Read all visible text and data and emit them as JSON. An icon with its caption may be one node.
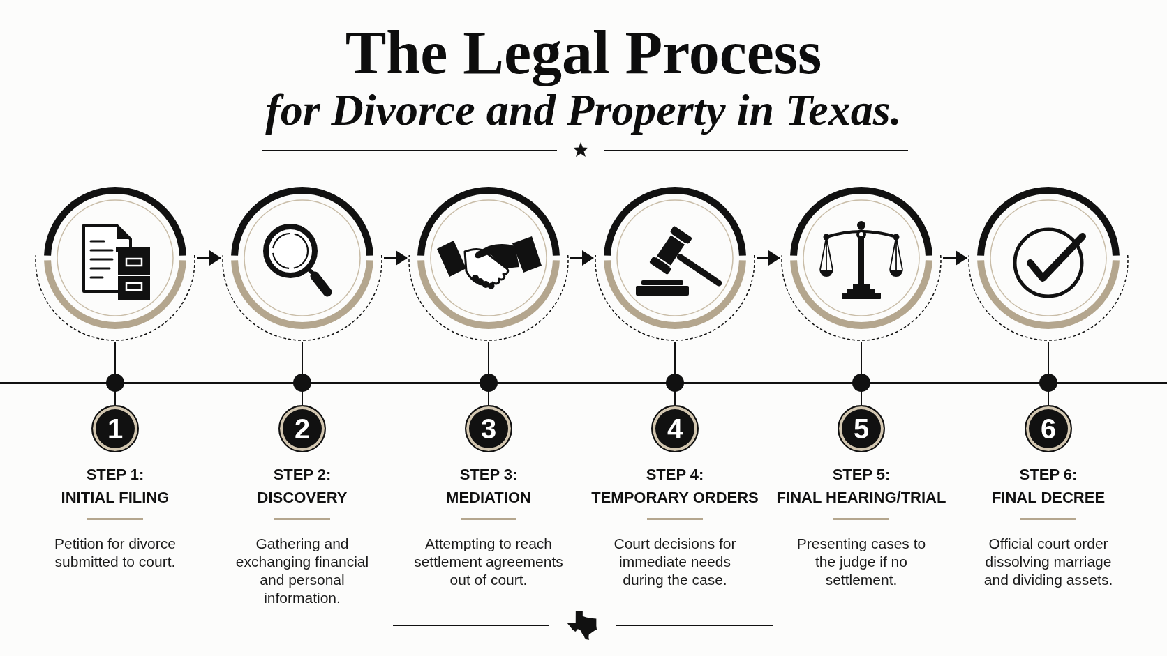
{
  "diagram": {
    "title": "The Legal Process *for Divorce and Property in Texas.*",
    "nodes": [
      {
        "text": [],
        "shape": "circle"
      },
      {
        "text": [],
        "shape": "circle"
      },
      {
        "text": [],
        "shape": "circle"
      },
      {
        "text": [],
        "shape": "circle"
      },
      {
        "text": [],
        "shape": "circle"
      },
      {
        "text": [],
        "shape": "circle"
      },
      {
        "text": [
          "1"
        ],
        "beside": [
          "STEP 1: INITIAL FILING",
          "Petition for divorce submitted to court."
        ]
      },
      {
        "text": [
          "2"
        ],
        "beside": [
          "STEP 2: DISCOVERY",
          "Gathering and exchanging financial and personal information."
        ]
      },
      {
        "text": [
          "3"
        ],
        "beside": [
          "STEP 3: MEDIATION",
          "Attempting to reach settlement agreements out of court."
        ]
      },
      {
        "text": [
          "4"
        ],
        "beside": [
          "STEP 4: TEMPORARY ORDERS",
          "Court decisions for immediate needs during the case."
        ]
      },
      {
        "text": [
          "5"
        ],
        "beside": [
          "STEP 5: FINAL HEARING/TRIAL",
          "Presenting cases to the judge if no settlement."
        ]
      },
      {
        "text": [
          "6"
        ],
        "beside": [
          "STEP 6: FINAL DECREE",
          "Official court order dissolving marriage and dividing assets."
        ]
      }
    ],
    "edges": [
      {
        "from": 0,
        "to": 1,
        "arrow": "to"
      },
      {
        "from": 1,
        "to": 2,
        "arrow": "to"
      },
      {
        "from": 2,
        "to": 3,
        "arrow": "to"
      },
      {
        "from": 3,
        "to": 4,
        "arrow": "to"
      },
      {
        "from": 4,
        "to": 5,
        "arrow": "to"
      },
      {
        "from": 0,
        "to": 6,
        "arrow": "none"
      },
      {
        "from": 1,
        "to": 7,
        "arrow": "none"
      },
      {
        "from": 2,
        "to": 8,
        "arrow": "none"
      },
      {
        "from": 3,
        "to": 9,
        "arrow": "none"
      },
      {
        "from": 4,
        "to": 10,
        "arrow": "none"
      },
      {
        "from": 5,
        "to": 11,
        "arrow": "none"
      }
    ]
  }
}
